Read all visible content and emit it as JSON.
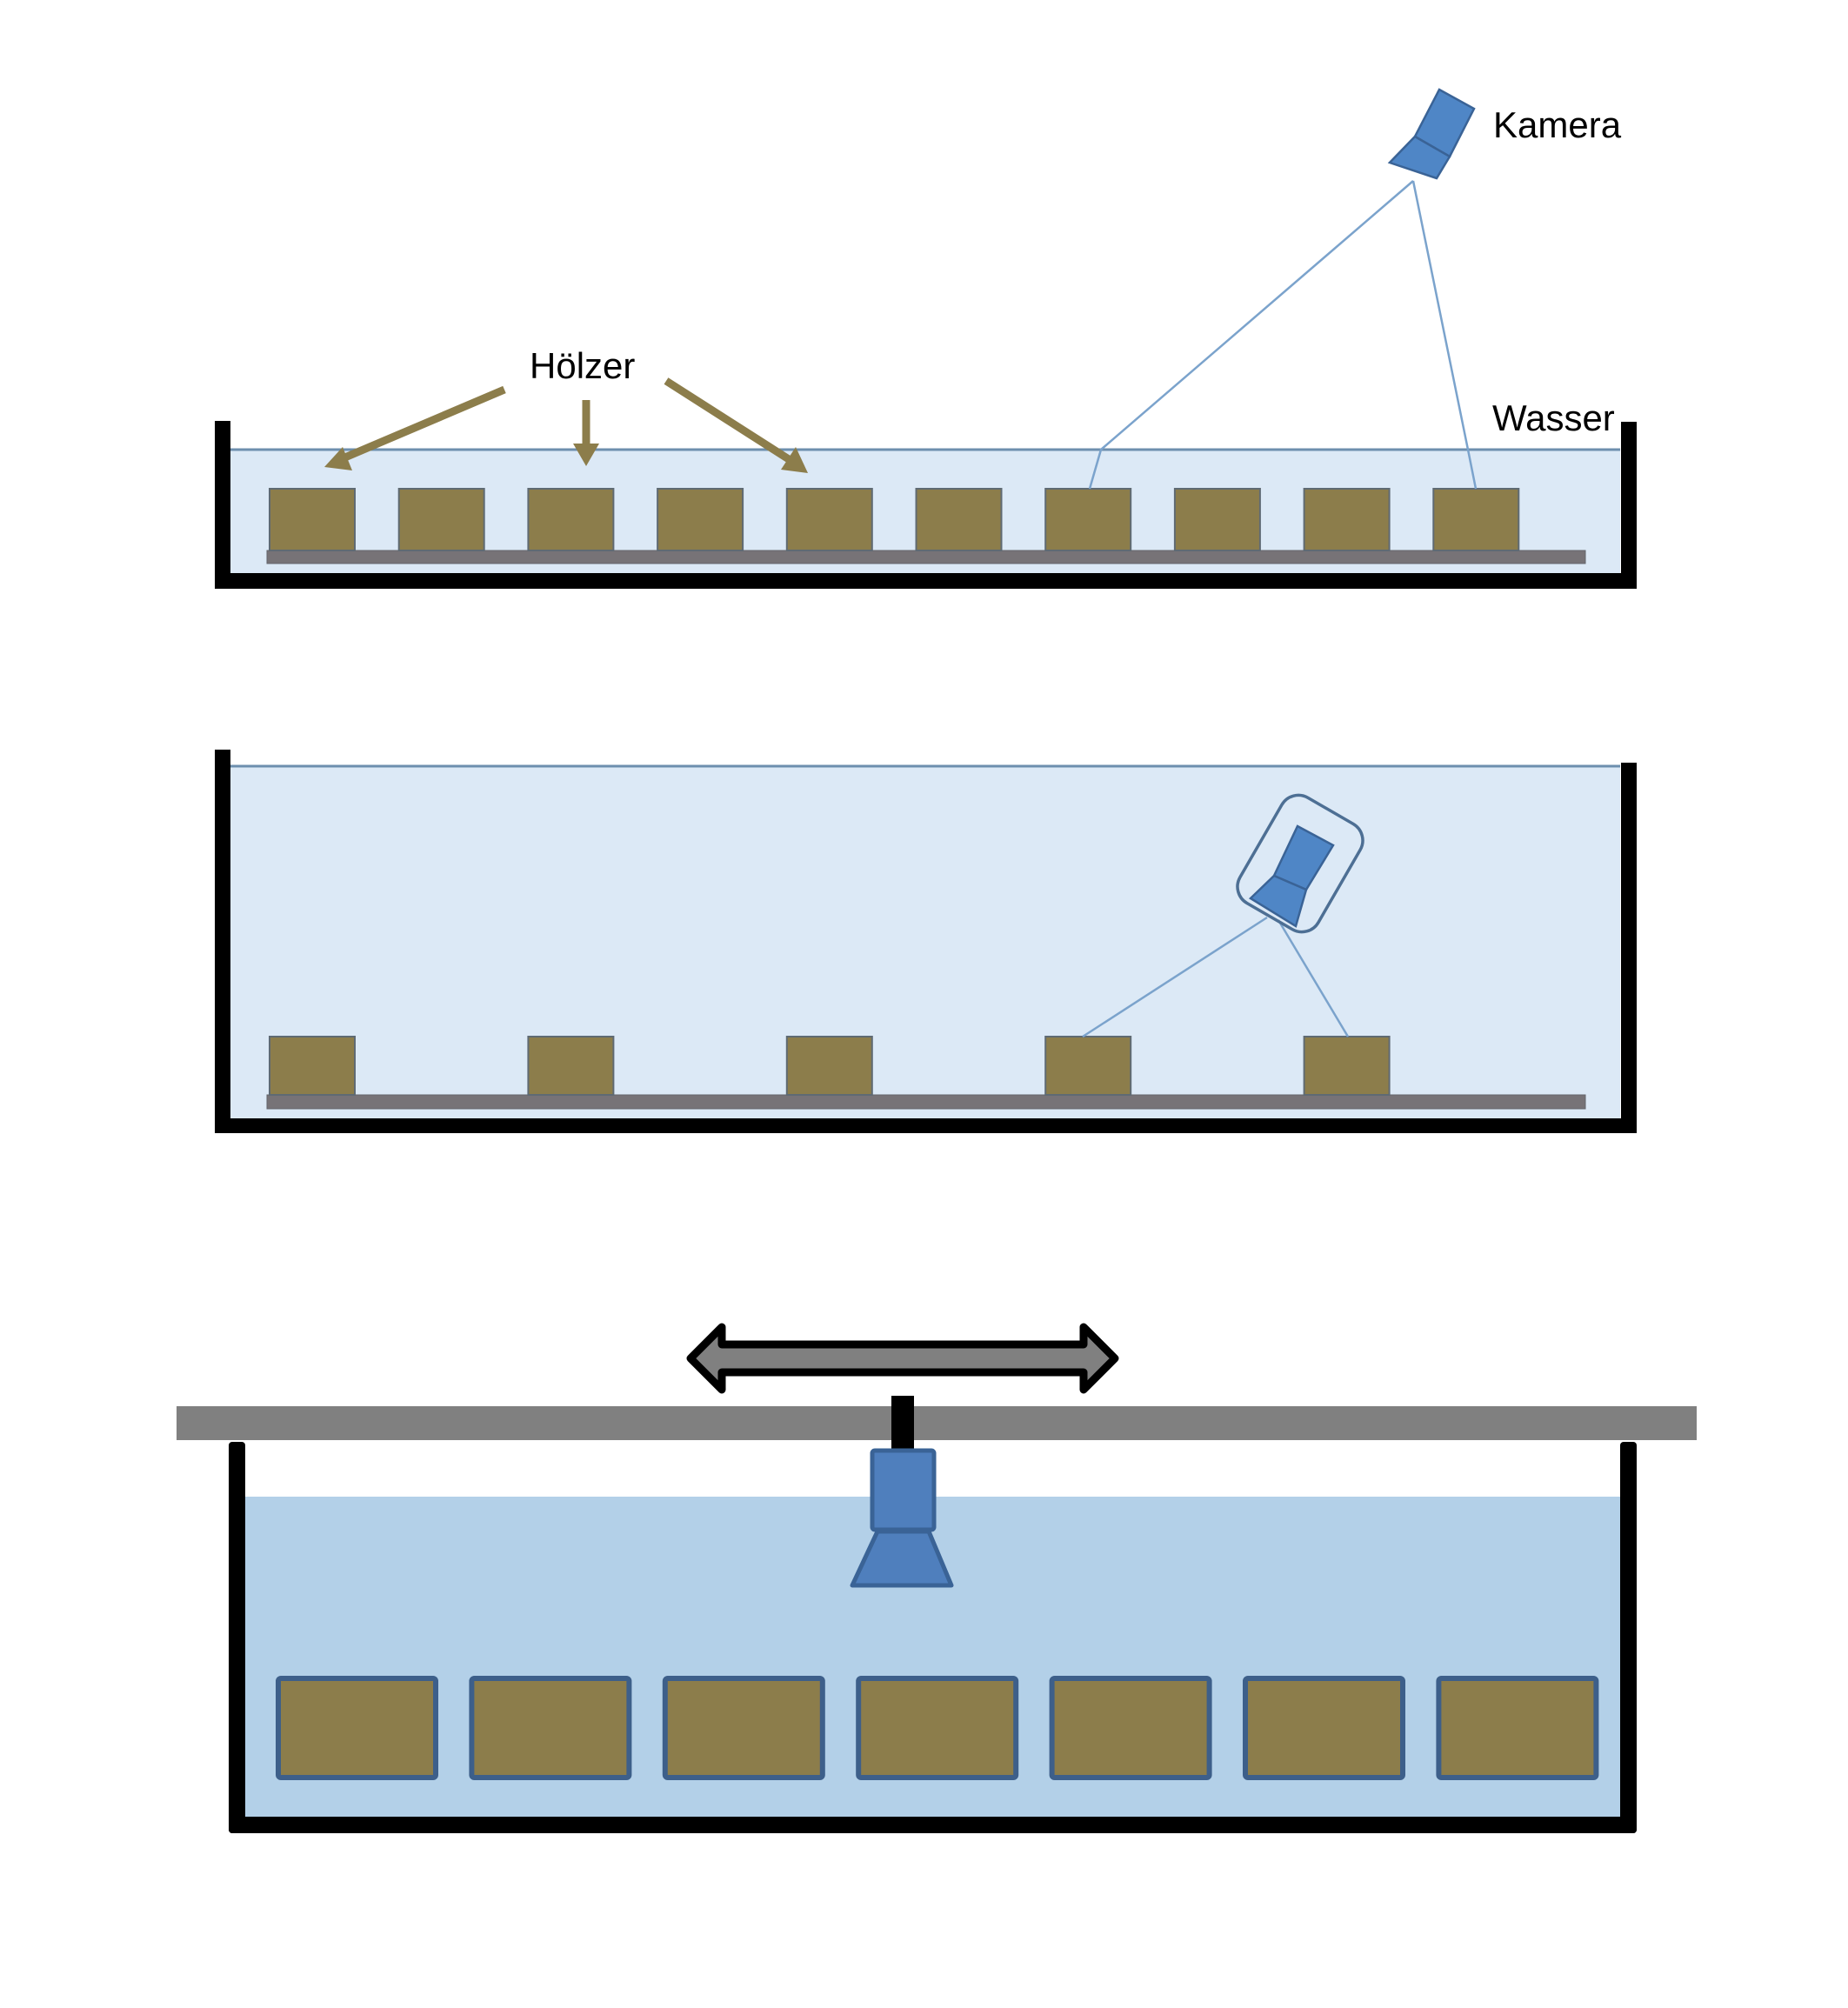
{
  "figure": {
    "panels": [
      {
        "id": "panel-1",
        "description": "Flachwasserbecken, Kamera außerhalb des Wassers",
        "labels": {
          "camera": "Kamera",
          "water": "Wasser",
          "wood": "Hölzer"
        },
        "wood_block_count": 10,
        "camera_position": "above water"
      },
      {
        "id": "panel-2",
        "description": "Tiefwasserbecken, Kamera in wasserdichtem Gehäuse unter Wasser",
        "wood_block_count": 5,
        "camera_position": "underwater, in housing"
      },
      {
        "id": "panel-3",
        "description": "Becken mit verfahrbarer Kamera an Schiene",
        "wood_block_count": 7,
        "camera_position": "rail-mounted, looking down",
        "motion": "horizontal, bidirectional"
      }
    ],
    "colors": {
      "wood": "#8c7d4b",
      "wood_stroke": "#5f6a73",
      "water_light": "#dce9f6",
      "water_dark": "#b3d0e8",
      "water_line": "#6d8fae",
      "camera": "#4f86c6",
      "camera_stroke": "#3a6396",
      "ray": "#7ba3cc",
      "shelf": "#777377",
      "rail": "#808080",
      "wall": "#000000",
      "label_arrow": "#8c7d4b"
    }
  }
}
